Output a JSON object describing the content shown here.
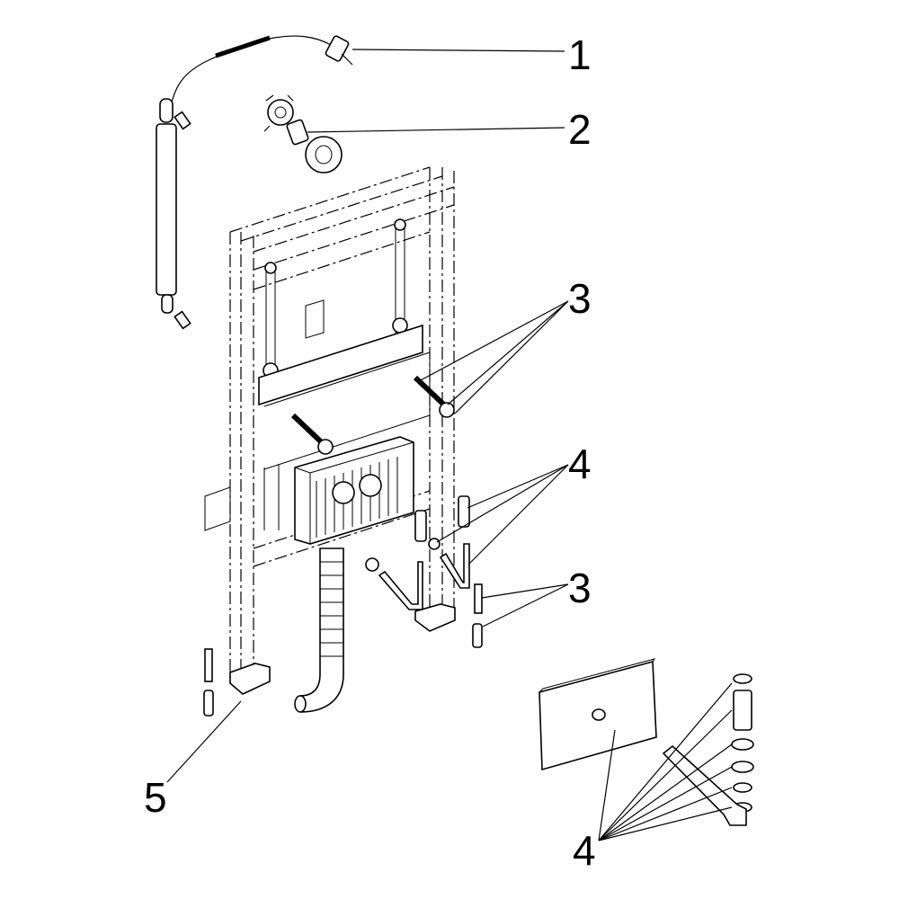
{
  "callouts": [
    {
      "id": "c1",
      "number": "1"
    },
    {
      "id": "c2",
      "number": "2"
    },
    {
      "id": "c3a",
      "number": "3"
    },
    {
      "id": "c4a",
      "number": "4"
    },
    {
      "id": "c3b",
      "number": "3"
    },
    {
      "id": "c5",
      "number": "5"
    },
    {
      "id": "c4b",
      "number": "4"
    }
  ]
}
